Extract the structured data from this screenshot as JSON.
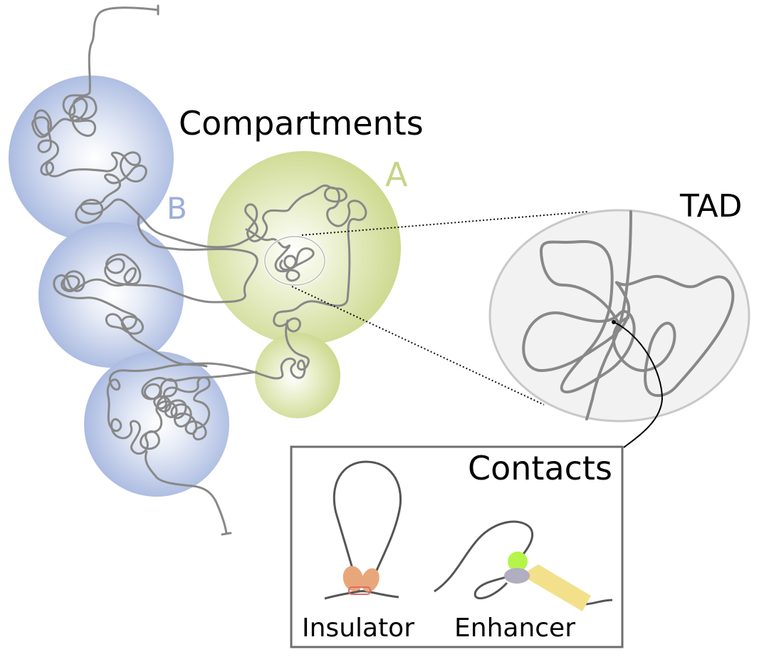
{
  "labels": {
    "compartments": "Compartments",
    "compartment_a": "A",
    "compartment_b": "B",
    "tad": "TAD",
    "contacts": "Contacts",
    "insulator": "Insulator",
    "enhancer": "Enhancer"
  },
  "colors": {
    "compartment_a": "#c6d487",
    "compartment_b": "#9aaed9",
    "chromatin": "#888888",
    "tad_fill": "#f2f2f2",
    "tad_border": "#c8c8c8",
    "insulator_protein": "#e8a77a",
    "insulator_ring": "#e06a6a",
    "enhancer_green": "#b5f54a",
    "enhancer_grey": "#b0aec0",
    "enhancer_bar": "#f3e08a"
  }
}
